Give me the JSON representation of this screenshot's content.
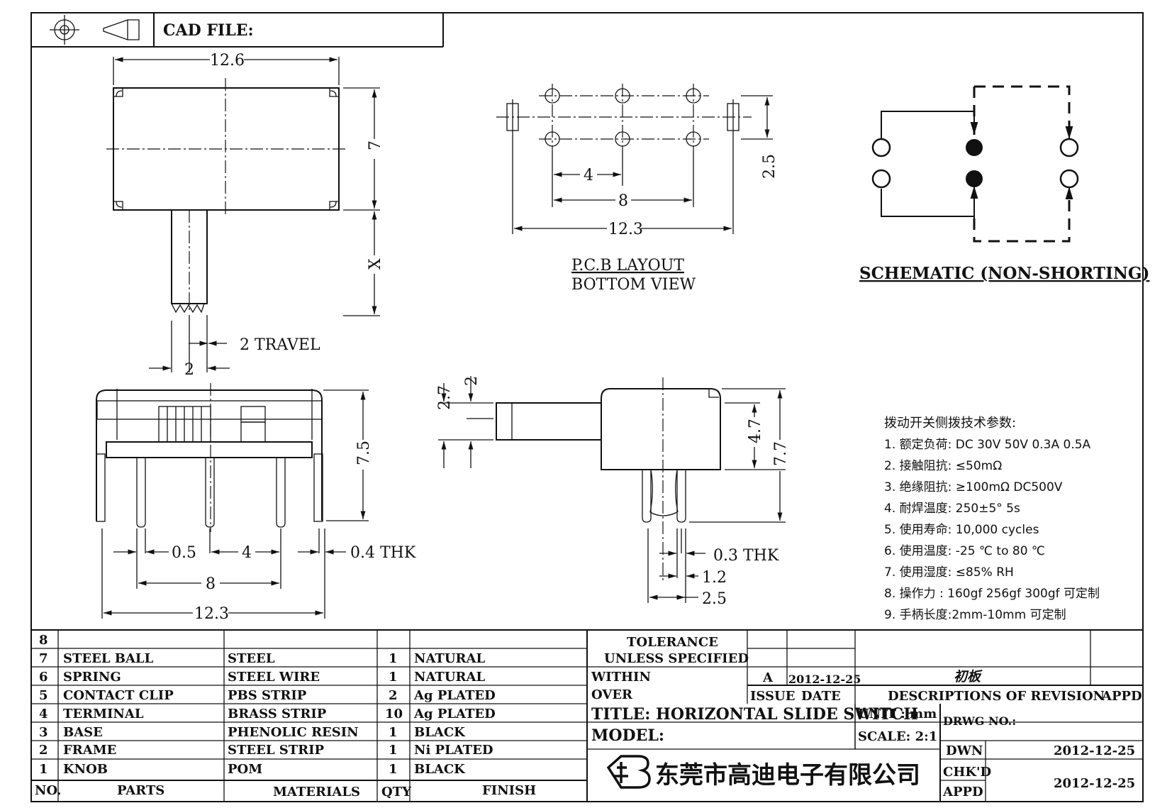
{
  "header": {
    "cad_file_label": "CAD FILE:"
  },
  "top_view": {
    "width": "12.6",
    "height": "7",
    "handle": "X",
    "travel": "2 TRAVEL",
    "knob_width": "2"
  },
  "pcb_layout": {
    "pitch": "4",
    "span_pins": "8",
    "span_total": "12.3",
    "row_gap": "2.5",
    "title": "P.C.B LAYOUT",
    "subtitle": "BOTTOM VIEW"
  },
  "schematic": {
    "title": "SCHEMATIC (NON-SHORTING)"
  },
  "front_view": {
    "d_pin": "0.5",
    "pitch": "4",
    "thk": "0.4 THK",
    "span_pins": "8",
    "span_total": "12.3",
    "height": "7.5"
  },
  "side_view": {
    "a": "2.7",
    "b": "2",
    "c": "4.7",
    "d": "7.7",
    "thk": "0.3 THK",
    "e": "1.2",
    "f": "2.5"
  },
  "specs": {
    "title": "拨动开关侧拨技术参数:",
    "items": [
      "1.  额定负荷: DC 30V    50V    0.3A    0.5A",
      "2.  接触阻抗: ≤50mΩ",
      "3.  绝缘阻抗: ≥100mΩ  DC500V",
      "4.  耐焊温度: 250±5°  5s",
      "5.  使用寿命: 10,000 cycles",
      "6.  使用温度: -25 ℃  to 80 ℃",
      "7.  使用湿度: ≤85% RH",
      "8.  操作力 : 160gf    256gf    300gf  可定制",
      "9.  手柄长度:2mm-10mm  可定制"
    ]
  },
  "bom": {
    "rows": [
      {
        "no": "8",
        "part": "",
        "material": "",
        "qty": "",
        "finish": ""
      },
      {
        "no": "7",
        "part": "STEEL BALL",
        "material": "STEEL",
        "qty": "1",
        "finish": "NATURAL"
      },
      {
        "no": "6",
        "part": "SPRING",
        "material": "STEEL WIRE",
        "qty": "1",
        "finish": "NATURAL"
      },
      {
        "no": "5",
        "part": "CONTACT CLIP",
        "material": "PBS STRIP",
        "qty": "2",
        "finish": "Ag PLATED"
      },
      {
        "no": "4",
        "part": "TERMINAL",
        "material": "BRASS STRIP",
        "qty": "10",
        "finish": "Ag PLATED"
      },
      {
        "no": "3",
        "part": "BASE",
        "material": "PHENOLIC RESIN",
        "qty": "1",
        "finish": "BLACK"
      },
      {
        "no": "2",
        "part": "FRAME",
        "material": "STEEL STRIP",
        "qty": "1",
        "finish": "Ni PLATED"
      },
      {
        "no": "1",
        "part": "KNOB",
        "material": "POM",
        "qty": "1",
        "finish": "BLACK"
      }
    ],
    "headers": {
      "no": "NO.",
      "parts": "PARTS",
      "materials": "MATERIALS",
      "qty": "QTY",
      "finish": "FINISH"
    }
  },
  "title_block": {
    "tolerance_l1": "TOLERANCE",
    "tolerance_l2": "UNLESS   SPECIFIED",
    "within": "WITHIN",
    "over": "OVER",
    "issue_val": "A",
    "date_val": "2012-12-25",
    "revision_desc": "初板",
    "issue_label": "ISSUE",
    "date_label": "DATE",
    "desc_label": "DESCRIPTIONS OF REVISION",
    "appd_label": "APPD",
    "title": "TITLE: HORIZONTAL SLIDE SWITCH",
    "unit": "UNIT : mm",
    "drwg_no": "DRWG NO.:",
    "model": "MODEL:",
    "scale": "SCALE: 2:1",
    "company": "东莞市高迪电子有限公司",
    "dwn_label": "DWN",
    "dwn_date": "2012-12-25",
    "chkd_label": "CHK'D",
    "appd2_label": "APPD",
    "chk_date": "2012-12-25"
  }
}
